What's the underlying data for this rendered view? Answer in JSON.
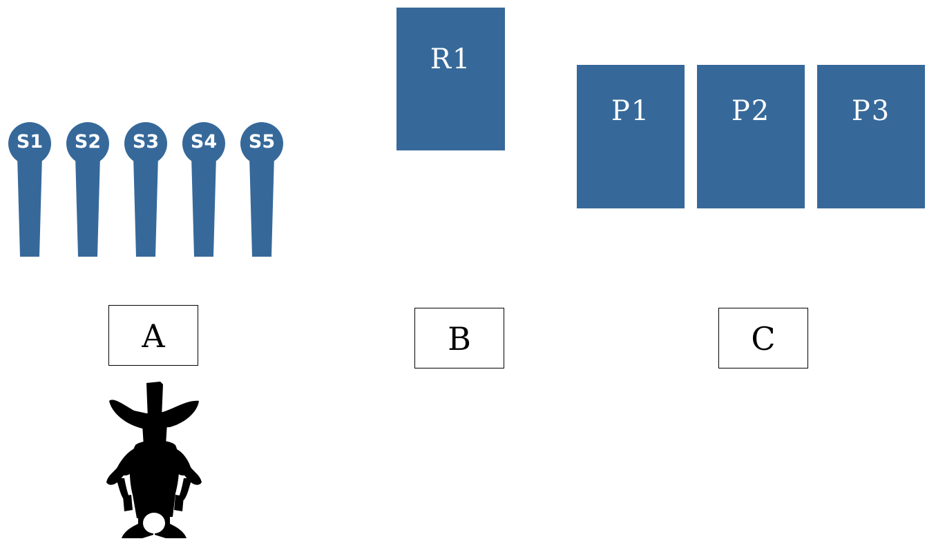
{
  "colors": {
    "block": "#36699a",
    "text_on_block": "#ffffff",
    "border": "#000000"
  },
  "sticks": [
    {
      "label": "S1"
    },
    {
      "label": "S2"
    },
    {
      "label": "S3"
    },
    {
      "label": "S4"
    },
    {
      "label": "S5"
    }
  ],
  "r_block": {
    "label": "R1"
  },
  "p_blocks": [
    {
      "label": "P1"
    },
    {
      "label": "P2"
    },
    {
      "label": "P3"
    }
  ],
  "groups": [
    {
      "label": "A"
    },
    {
      "label": "B"
    },
    {
      "label": "C"
    }
  ],
  "figure": {
    "icon": "cowboy-silhouette-icon"
  }
}
